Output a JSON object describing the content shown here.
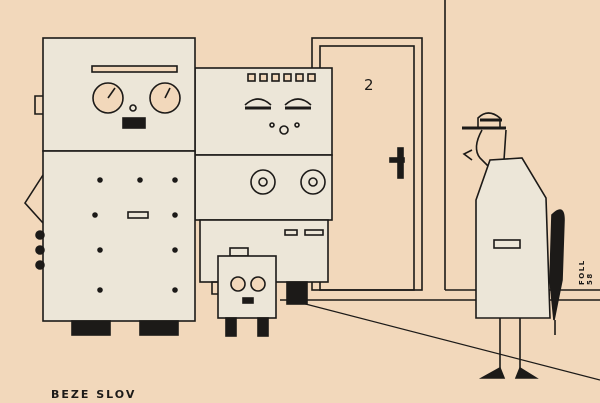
{
  "caption": "BEZE SLOV",
  "signature": "FOLL 58",
  "door_number": "2",
  "colors": {
    "paper": "#f2d8bb",
    "ink": "#1c1a18",
    "metal": "#ece6d8"
  }
}
